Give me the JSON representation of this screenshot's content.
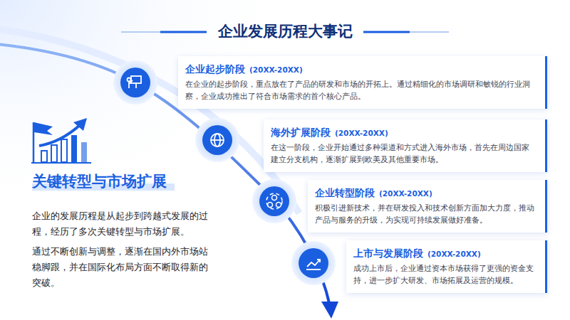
{
  "diagram": {
    "title": "企业发展历程大事记",
    "nodes": [
      {
        "text": [
          "企业起步阶段",
          "(20XX-20XX)",
          "在企业的起步阶段，重点放在了产品的研发和市场的开拓上。通过精细化的市场调研和敏锐的行业洞察，企业成功推出了符合市场需求的首个核心产品。"
        ]
      },
      {
        "text": [
          "海外扩展阶段",
          "(20XX-20XX)",
          "在这一阶段，企业开始通过多种渠道和方式进入海外市场，首先在周边国家建立分支机构，逐渐扩展到欧美及其他重要市场。"
        ]
      },
      {
        "text": [
          "企业转型阶段",
          "(20XX-20XX)",
          "积极引进新技术，并在研发投入和技术创新方面加大力度，推动产品与服务的升级，为实现可持续发展做好准备。"
        ]
      },
      {
        "text": [
          "上市与发展阶段",
          "(20XX-20XX)",
          "成功上市后，企业通过资本市场获得了更强的资金支持，进一步扩大研发、市场拓展及运营的规模。"
        ]
      }
    ],
    "labels": [
      "关键转型与市场扩展",
      "企业的发展历程是从起步到跨越式发展的过程，经历了多次关键转型与市场扩展。",
      "通过不断创新与调整，逐渐在国内外市场站稳脚跟，并在国际化布局方面不断取得新的突破。"
    ]
  }
}
